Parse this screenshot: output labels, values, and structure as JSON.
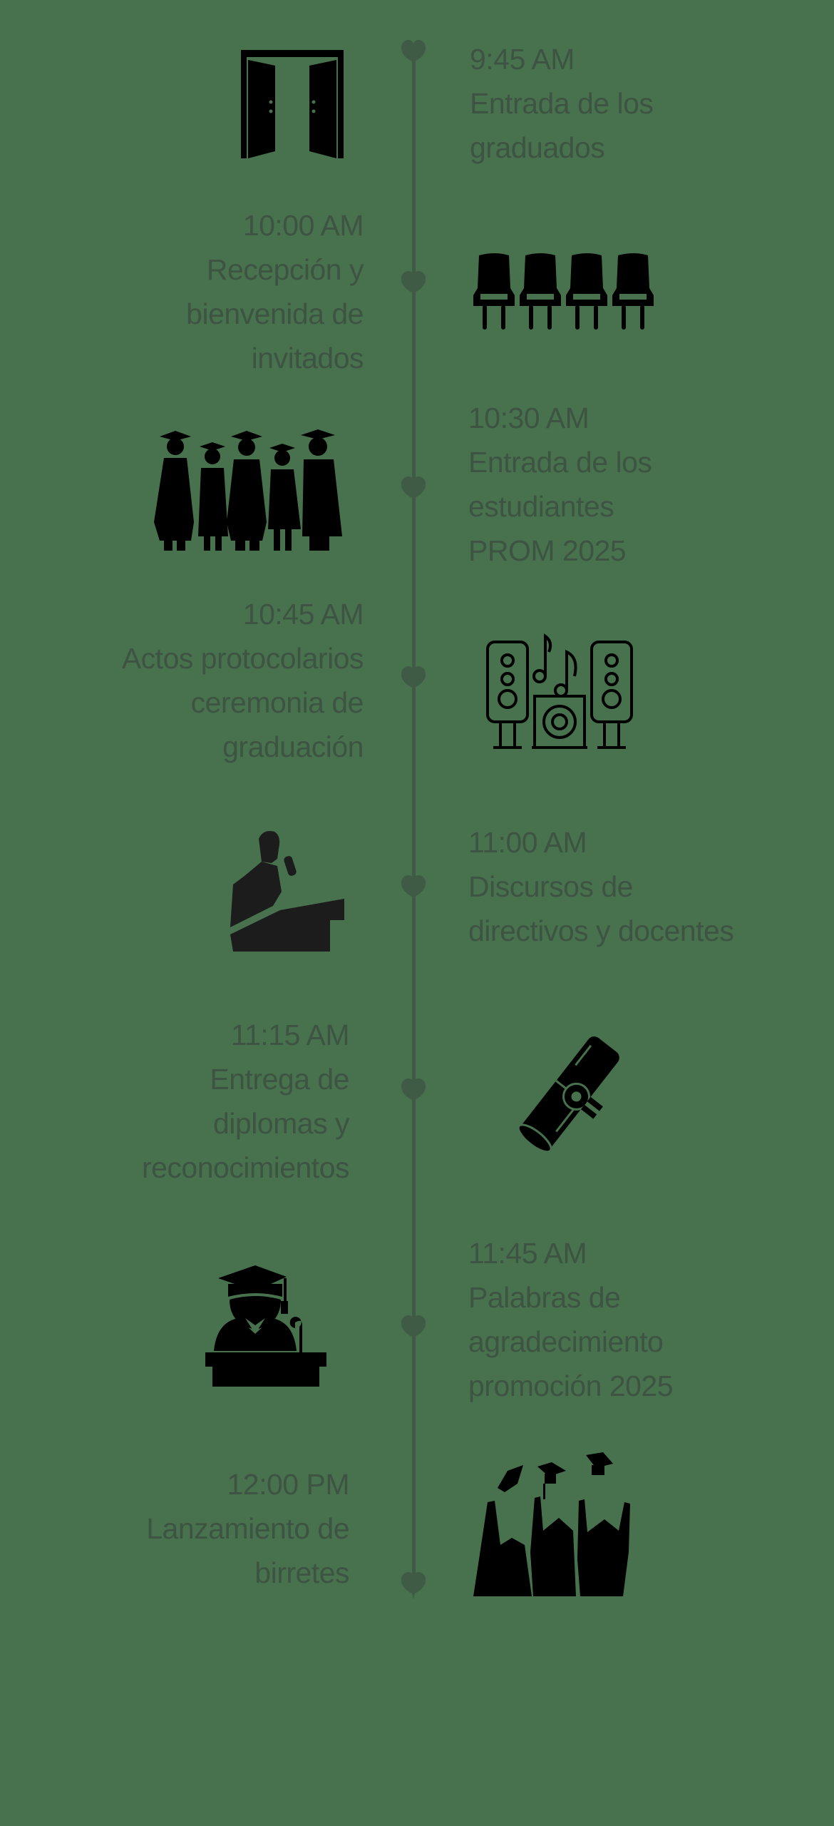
{
  "page": {
    "background_color": "#48714e",
    "timeline_color": "#3f5a45",
    "text_color": "#3d5442",
    "icon_color": "#000000"
  },
  "timeline": {
    "items": [
      {
        "time": "9:45 AM",
        "lines": [
          "Entrada de los",
          "graduados"
        ],
        "side": "right",
        "icon": "open-doors-icon"
      },
      {
        "time": "10:00 AM",
        "lines": [
          "Recepción y",
          "bienvenida de",
          "invitados"
        ],
        "side": "left",
        "icon": "chairs-icon"
      },
      {
        "time": "10:30 AM",
        "lines": [
          "Entrada de los",
          "estudiantes",
          "PROM 2025"
        ],
        "side": "right",
        "icon": "graduates-group-icon"
      },
      {
        "time": "10:45 AM",
        "lines": [
          "Actos protocolarios",
          "ceremonia de",
          "graduación"
        ],
        "side": "left",
        "icon": "speakers-music-icon"
      },
      {
        "time": "11:00 AM",
        "lines": [
          "Discursos de",
          "directivos y docentes"
        ],
        "side": "right",
        "icon": "speaker-podium-icon"
      },
      {
        "time": "11:15 AM",
        "lines": [
          "Entrega de",
          "diplomas y",
          "reconocimientos"
        ],
        "side": "left",
        "icon": "diploma-icon"
      },
      {
        "time": "11:45 AM",
        "lines": [
          "Palabras de",
          "agradecimiento",
          "promoción 2025"
        ],
        "side": "right",
        "icon": "graduate-podium-icon"
      },
      {
        "time": "12:00 PM",
        "lines": [
          "Lanzamiento de",
          "birretes"
        ],
        "side": "left",
        "icon": "caps-toss-icon"
      }
    ]
  }
}
